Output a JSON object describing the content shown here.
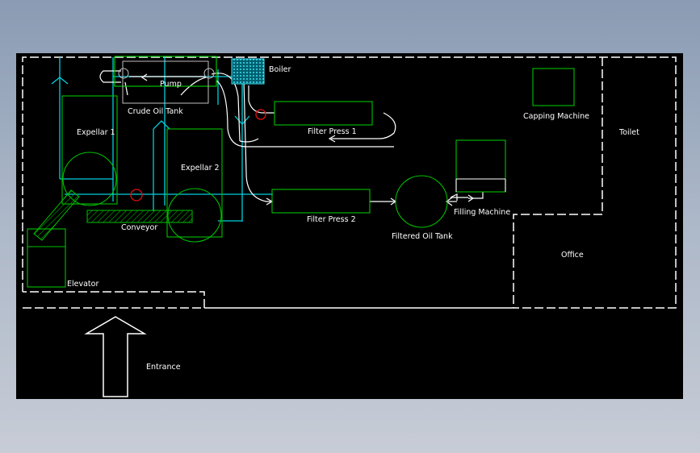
{
  "colors": {
    "background": "#000000",
    "wall": "#ffffff",
    "equipment": "#00c000",
    "pipe": "#00d0e0",
    "valve": "#e01010",
    "boiler": "#00b0c0"
  },
  "labels": {
    "boiler": "Boiler",
    "pump": "Pump",
    "crude_oil_tank": "Crude Oil Tank",
    "expellar_1": "Expellar 1",
    "expellar_2": "Expellar 2",
    "filter_press_1": "Filter Press 1",
    "filter_press_2": "Filter Press 2",
    "filtered_oil_tank": "Filtered Oil Tank",
    "filling_machine": "Filling Machine",
    "capping_machine": "Capping Machine",
    "toilet": "Toilet",
    "office": "Office",
    "conveyor": "Conveyor",
    "elevator": "Elevator",
    "entrance": "Entrance"
  }
}
